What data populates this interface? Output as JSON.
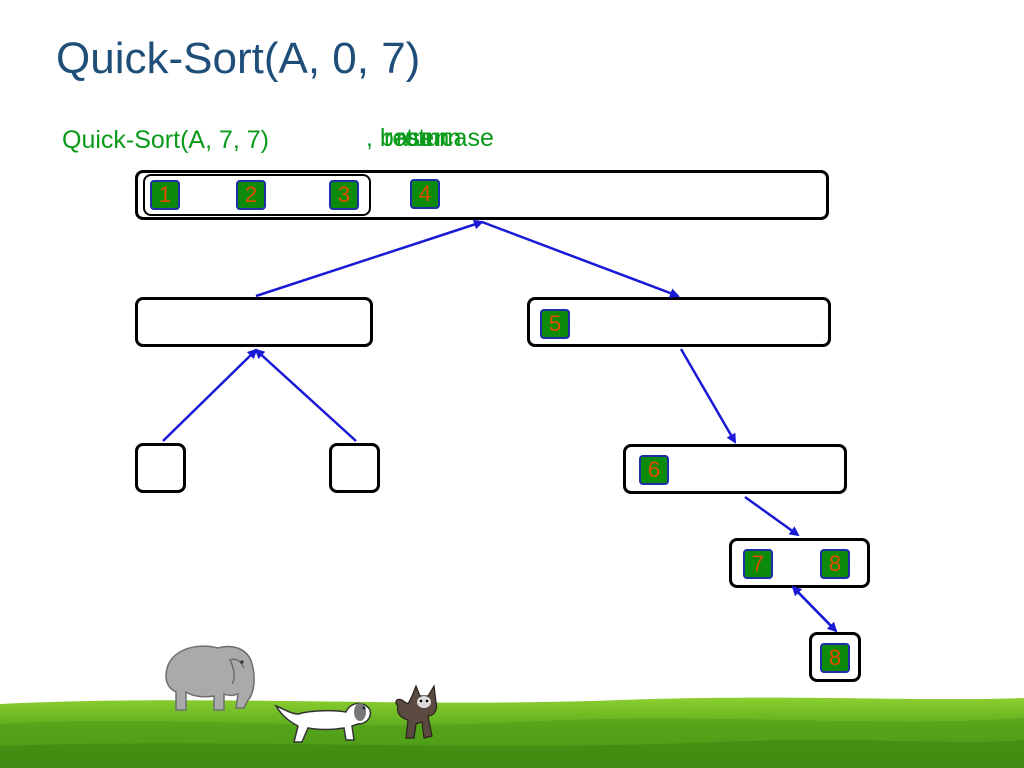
{
  "title": "Quick-Sort(A, 0, 7)",
  "subtitle": "Quick-Sort(A, 7, 7)",
  "overlap_texts": [
    ", base case",
    "return",
    "return"
  ],
  "squares": {
    "s1": "1",
    "s2": "2",
    "s3": "3",
    "s4": "4",
    "s5": "5",
    "s6": "6",
    "s7": "7",
    "s8a": "8",
    "s8b": "8"
  },
  "colors": {
    "title": "#1F4E79",
    "subtitle": "#0a9a1a",
    "square_fill": "#0c8a0c",
    "square_border": "#1b2fa8",
    "square_text": "#e34c00",
    "arrow": "#1a1ad6"
  }
}
